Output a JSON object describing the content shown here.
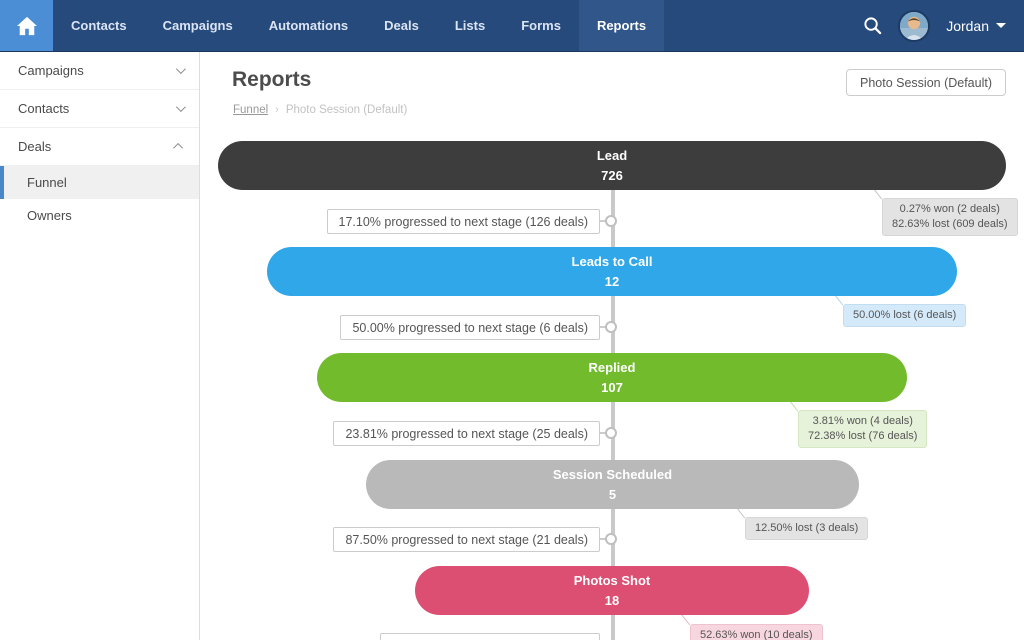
{
  "navbar": {
    "items": [
      {
        "label": "Contacts"
      },
      {
        "label": "Campaigns"
      },
      {
        "label": "Automations"
      },
      {
        "label": "Deals"
      },
      {
        "label": "Lists"
      },
      {
        "label": "Forms"
      },
      {
        "label": "Reports",
        "active": true
      }
    ],
    "user_name": "Jordan"
  },
  "sidebar": {
    "groups": [
      {
        "label": "Campaigns",
        "state": "collapsed"
      },
      {
        "label": "Contacts",
        "state": "collapsed"
      },
      {
        "label": "Deals",
        "state": "expanded"
      }
    ],
    "deals_children": [
      {
        "label": "Funnel",
        "active": true
      },
      {
        "label": "Owners",
        "active": false
      }
    ]
  },
  "header": {
    "title": "Reports",
    "breadcrumb_link": "Funnel",
    "breadcrumb_separator": "›",
    "breadcrumb_current": "Photo Session (Default)",
    "selector_label": "Photo Session (Default)"
  },
  "funnel": {
    "type": "funnel",
    "stages": [
      {
        "label": "Lead",
        "count": "726",
        "color": "#3d3d3d"
      },
      {
        "label": "Leads to Call",
        "count": "12",
        "color": "#2fa7e9"
      },
      {
        "label": "Replied",
        "count": "107",
        "color": "#72bb2d"
      },
      {
        "label": "Session Scheduled",
        "count": "5",
        "color": "#b9b9b9"
      },
      {
        "label": "Photos Shot",
        "count": "18",
        "color": "#dc4f73"
      }
    ],
    "transitions": [
      {
        "text": "17.10% progressed to next stage (126 deals)"
      },
      {
        "text": "50.00% progressed to next stage (6 deals)"
      },
      {
        "text": "23.81% progressed to next stage (25 deals)"
      },
      {
        "text": "87.50% progressed to next stage (21 deals)"
      }
    ],
    "outcomes": [
      {
        "line1": "0.27% won (2 deals)",
        "line2": "82.63% lost (609 deals)",
        "tint": "#e3e3e3"
      },
      {
        "line1": "50.00% lost (6 deals)",
        "tint": "#d4eafa"
      },
      {
        "line1": "3.81% won (4 deals)",
        "line2": "72.38% lost (76 deals)",
        "tint": "#e6f2da"
      },
      {
        "line1": "12.50% lost (3 deals)",
        "tint": "#e3e3e3"
      },
      {
        "line1": "52.63% won (10 deals)",
        "tint": "#f8d6e0"
      }
    ]
  }
}
